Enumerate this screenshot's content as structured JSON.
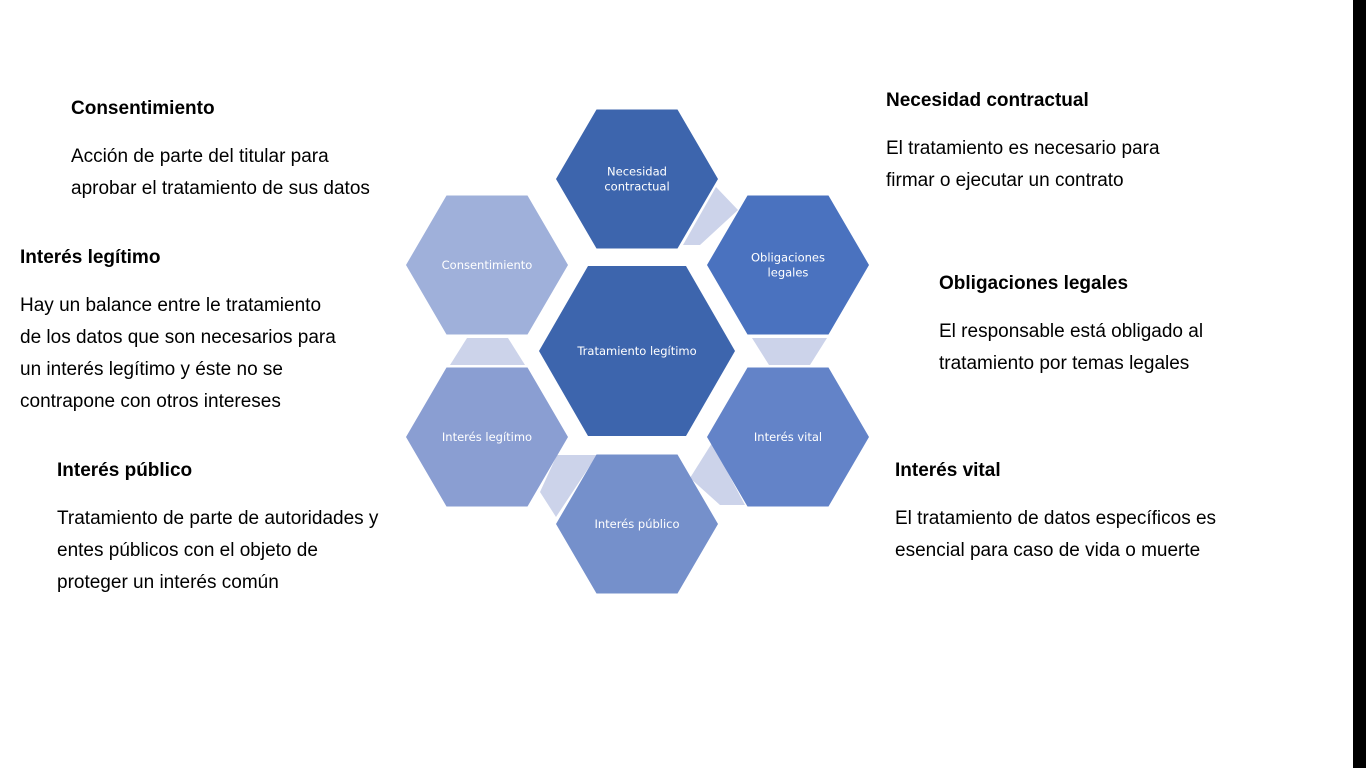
{
  "hexagons": {
    "center": {
      "label": [
        "Tratamiento legítimo"
      ],
      "color": "#3d65ad"
    },
    "necesidad": {
      "label": [
        "Necesidad",
        "contractual"
      ],
      "color": "#3d65ad"
    },
    "obligaciones": {
      "label": [
        "Obligaciones",
        "legales"
      ],
      "color": "#4a72bf"
    },
    "vital": {
      "label": [
        "Interés vital"
      ],
      "color": "#6383c8"
    },
    "publico": {
      "label": [
        "Interés público"
      ],
      "color": "#7590cb"
    },
    "legitimo": {
      "label": [
        "Interés legítimo"
      ],
      "color": "#8a9ed2"
    },
    "consentimiento": {
      "label": [
        "Consentimiento"
      ],
      "color": "#9fb0da"
    }
  },
  "connector_color": "#ccd3ea",
  "blocks": {
    "consentimiento": {
      "title": "Consentimiento",
      "lines": [
        "Acción de parte del titular para",
        "aprobar el tratamiento de sus datos"
      ]
    },
    "legitimo": {
      "title": "Interés legítimo",
      "lines": [
        "Hay un balance entre le tratamiento",
        "de los datos que son necesarios para",
        "un interés legítimo y éste no se",
        "contrapone con otros intereses"
      ]
    },
    "publico": {
      "title": "Interés público",
      "lines": [
        "Tratamiento de parte de autoridades y",
        "entes públicos con el objeto de",
        "proteger un interés común"
      ]
    },
    "necesidad": {
      "title": "Necesidad contractual",
      "lines": [
        "El tratamiento es necesario para",
        "firmar o ejecutar un contrato"
      ]
    },
    "obligaciones": {
      "title": "Obligaciones legales",
      "lines": [
        "El responsable está obligado al",
        "tratamiento por temas legales"
      ]
    },
    "vital": {
      "title": "Interés vital",
      "lines": [
        "El tratamiento de datos específicos es",
        "esencial para caso de vida o muerte"
      ]
    }
  }
}
